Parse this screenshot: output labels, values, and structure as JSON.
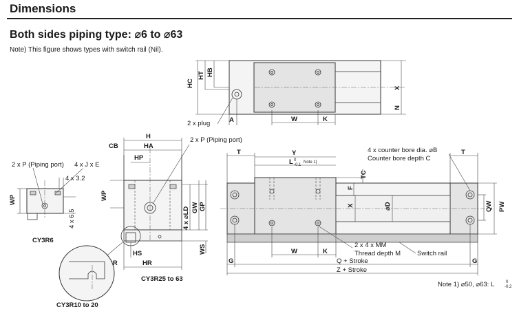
{
  "header": {
    "title": "Dimensions"
  },
  "subtitle": "Both sides piping type: ⌀6 to ⌀63",
  "note_text": "Note) This figure shows types with switch rail (Nil).",
  "top_view": {
    "HC": "HC",
    "HT": "HT",
    "HB": "HB",
    "X": "X",
    "N": "N",
    "A": "A",
    "W": "W",
    "K": "K",
    "plug": "2 x plug"
  },
  "cy3r6": {
    "WP": "WP",
    "port": "2 x P (Piping port)",
    "jxe": "4 x J x E",
    "d32": "4 x 3.2",
    "d65": "4 x 6.5",
    "caption": "CY3R6"
  },
  "side_view": {
    "H": "H",
    "CB": "CB",
    "HA": "HA",
    "HP": "HP",
    "WP": "WP",
    "LD": "4 x ⌀LD",
    "GW": "GW",
    "GP": "GP",
    "WS": "WS",
    "HS": "HS",
    "CR": "CR",
    "HR": "HR",
    "port": "2 x P (Piping port)",
    "caption": "CY3R25 to 63"
  },
  "detail": {
    "caption": "CY3R10 to 20"
  },
  "front_view": {
    "T": "T",
    "Y": "Y",
    "L": "L",
    "L_note": "Note 1)",
    "TC": "TC",
    "F": "F",
    "X": "X",
    "D": "⌀D",
    "QW": "QW",
    "PW": "PW",
    "B_line1": "4 x counter bore dia. ⌀B",
    "B_line2": "Counter bore depth C",
    "MM_line1": "2 x 4 x MM",
    "MM_line2": "Thread depth M",
    "switch_rail": "Switch rail",
    "W": "W",
    "K": "K",
    "G": "G",
    "Q": "Q + Stroke",
    "Z": "Z + Stroke"
  },
  "footnote": "Note 1) ⌀50, ⌀63: L",
  "tolerances": {
    "upper": "0",
    "lower_01": "-0.1",
    "lower_02": "-0.2"
  }
}
